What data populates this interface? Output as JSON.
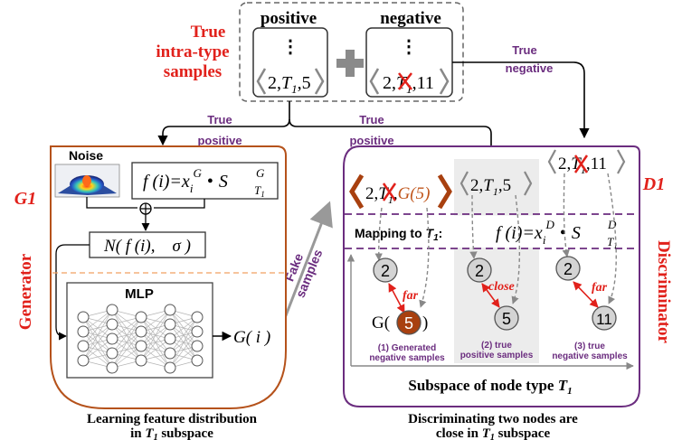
{
  "colors": {
    "red": "#e1211b",
    "purple": "#6b2d7f",
    "generator_border": "#b5521b",
    "generated_node": "#a8400f",
    "node_grey": "#d4d4d4",
    "panel_grey": "#ececec"
  },
  "top": {
    "title_line1": "True",
    "title_line2": "intra-type",
    "title_line3": "samples",
    "positive_label": "positive",
    "negative_label": "negative",
    "dots": "⋮",
    "pos_tuple_a": "2,",
    "pos_tuple_t": "T",
    "pos_tuple_sub": "1",
    "pos_tuple_b": ",5",
    "neg_tuple_a": "2,",
    "neg_tuple_t": "T",
    "neg_tuple_sub": "1",
    "neg_tuple_b": ",11",
    "plus_icon": "plus-icon"
  },
  "arrows": {
    "true_negative_1": "True",
    "true_negative_2": "negative",
    "true_positive_left_1": "True",
    "true_positive_left_2": "positive",
    "true_positive_right_1": "True",
    "true_positive_right_2": "positive",
    "fake_1": "Fake",
    "fake_2": "samples"
  },
  "generator": {
    "side_label": "Generator",
    "id_label": "G1",
    "noise_label": "Noise",
    "formula_f": "f (i)=x",
    "formula_i": "i",
    "formula_G": "G",
    "formula_dot": "•",
    "formula_S": "S",
    "formula_SG": "G",
    "formula_ST": "T",
    "formula_ST_sub": "1",
    "normal_label": "N( f (i),    σ )",
    "mlp_label": "MLP",
    "output_label": "G( i )",
    "caption_line1": "Learning feature distribution",
    "caption_line2_pre": "in ",
    "caption_line2_t": "T",
    "caption_line2_sub": "1",
    "caption_line2_post": " subspace"
  },
  "discriminator": {
    "side_label": "Discriminator",
    "id_label": "D1",
    "gen_tuple_a": "2,",
    "gen_tuple_t": "T",
    "gen_tuple_sub": "1",
    "gen_tuple_b": ",",
    "gen_tuple_g": "G(5)",
    "pos_tuple_a": "2,",
    "pos_tuple_t": "T",
    "pos_tuple_sub": "1",
    "pos_tuple_b": ",5",
    "neg_tuple_a": "2,",
    "neg_tuple_t": "T",
    "neg_tuple_sub": "1",
    "neg_tuple_b": ",11",
    "mapping_pre": "Mapping to ",
    "mapping_t": "T",
    "mapping_sub": "1",
    "mapping_post": ":",
    "formula_f": "f (i)=x",
    "formula_i": "i",
    "formula_D": "D",
    "formula_dot": "•",
    "formula_S": "S",
    "formula_SD": "D",
    "formula_ST": "T",
    "formula_ST_sub": "1",
    "node_source": "2",
    "node_gen_prefix": "G(",
    "node_gen_value": "5",
    "node_gen_suffix": ")",
    "node_pos": "5",
    "node_neg": "11",
    "far_1": "far",
    "close": "close",
    "far_2": "far",
    "col1_line1": "(1) Generated",
    "col1_line2": "negative samples",
    "col2_line1": "(2) true",
    "col2_line2": "positive samples",
    "col3_line1": "(3) true",
    "col3_line2": "negative samples",
    "axis_pre": "Subspace of node type ",
    "axis_t": "T",
    "axis_sub": "1",
    "caption_line1": "Discriminating two nodes are",
    "caption_line2_pre": "close in ",
    "caption_line2_t": "T",
    "caption_line2_sub": "1",
    "caption_line2_post": " subspace"
  }
}
